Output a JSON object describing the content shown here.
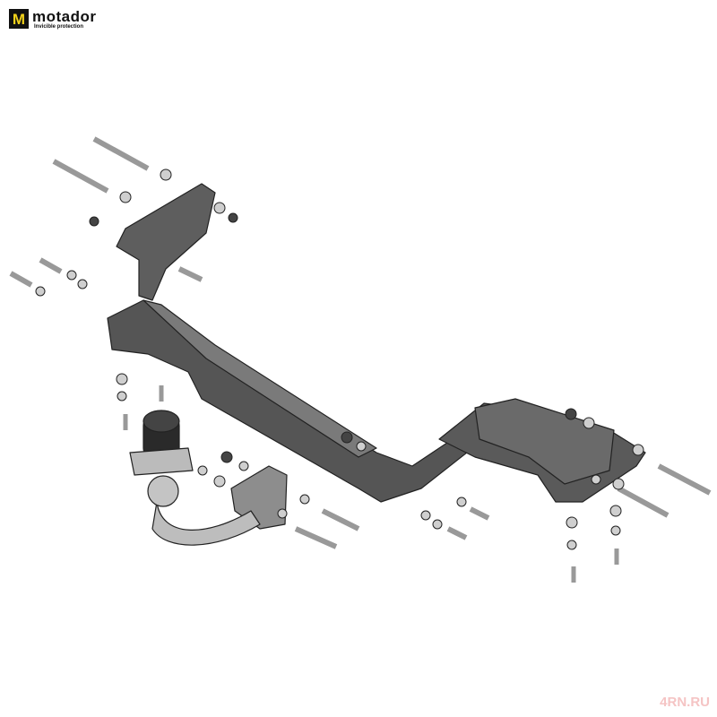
{
  "logo": {
    "brand": "motador",
    "mark": "M",
    "tagline": "Invicible protection"
  },
  "watermark": "4RN.RU",
  "colors": {
    "metal": "#5a5a5a",
    "metal_dark": "#3a3a3a",
    "metal_light": "#9a9a9a",
    "bolt": "#cfcfcf",
    "logo_yellow": "#f2d21b",
    "watermark": "#f5c4c4"
  }
}
